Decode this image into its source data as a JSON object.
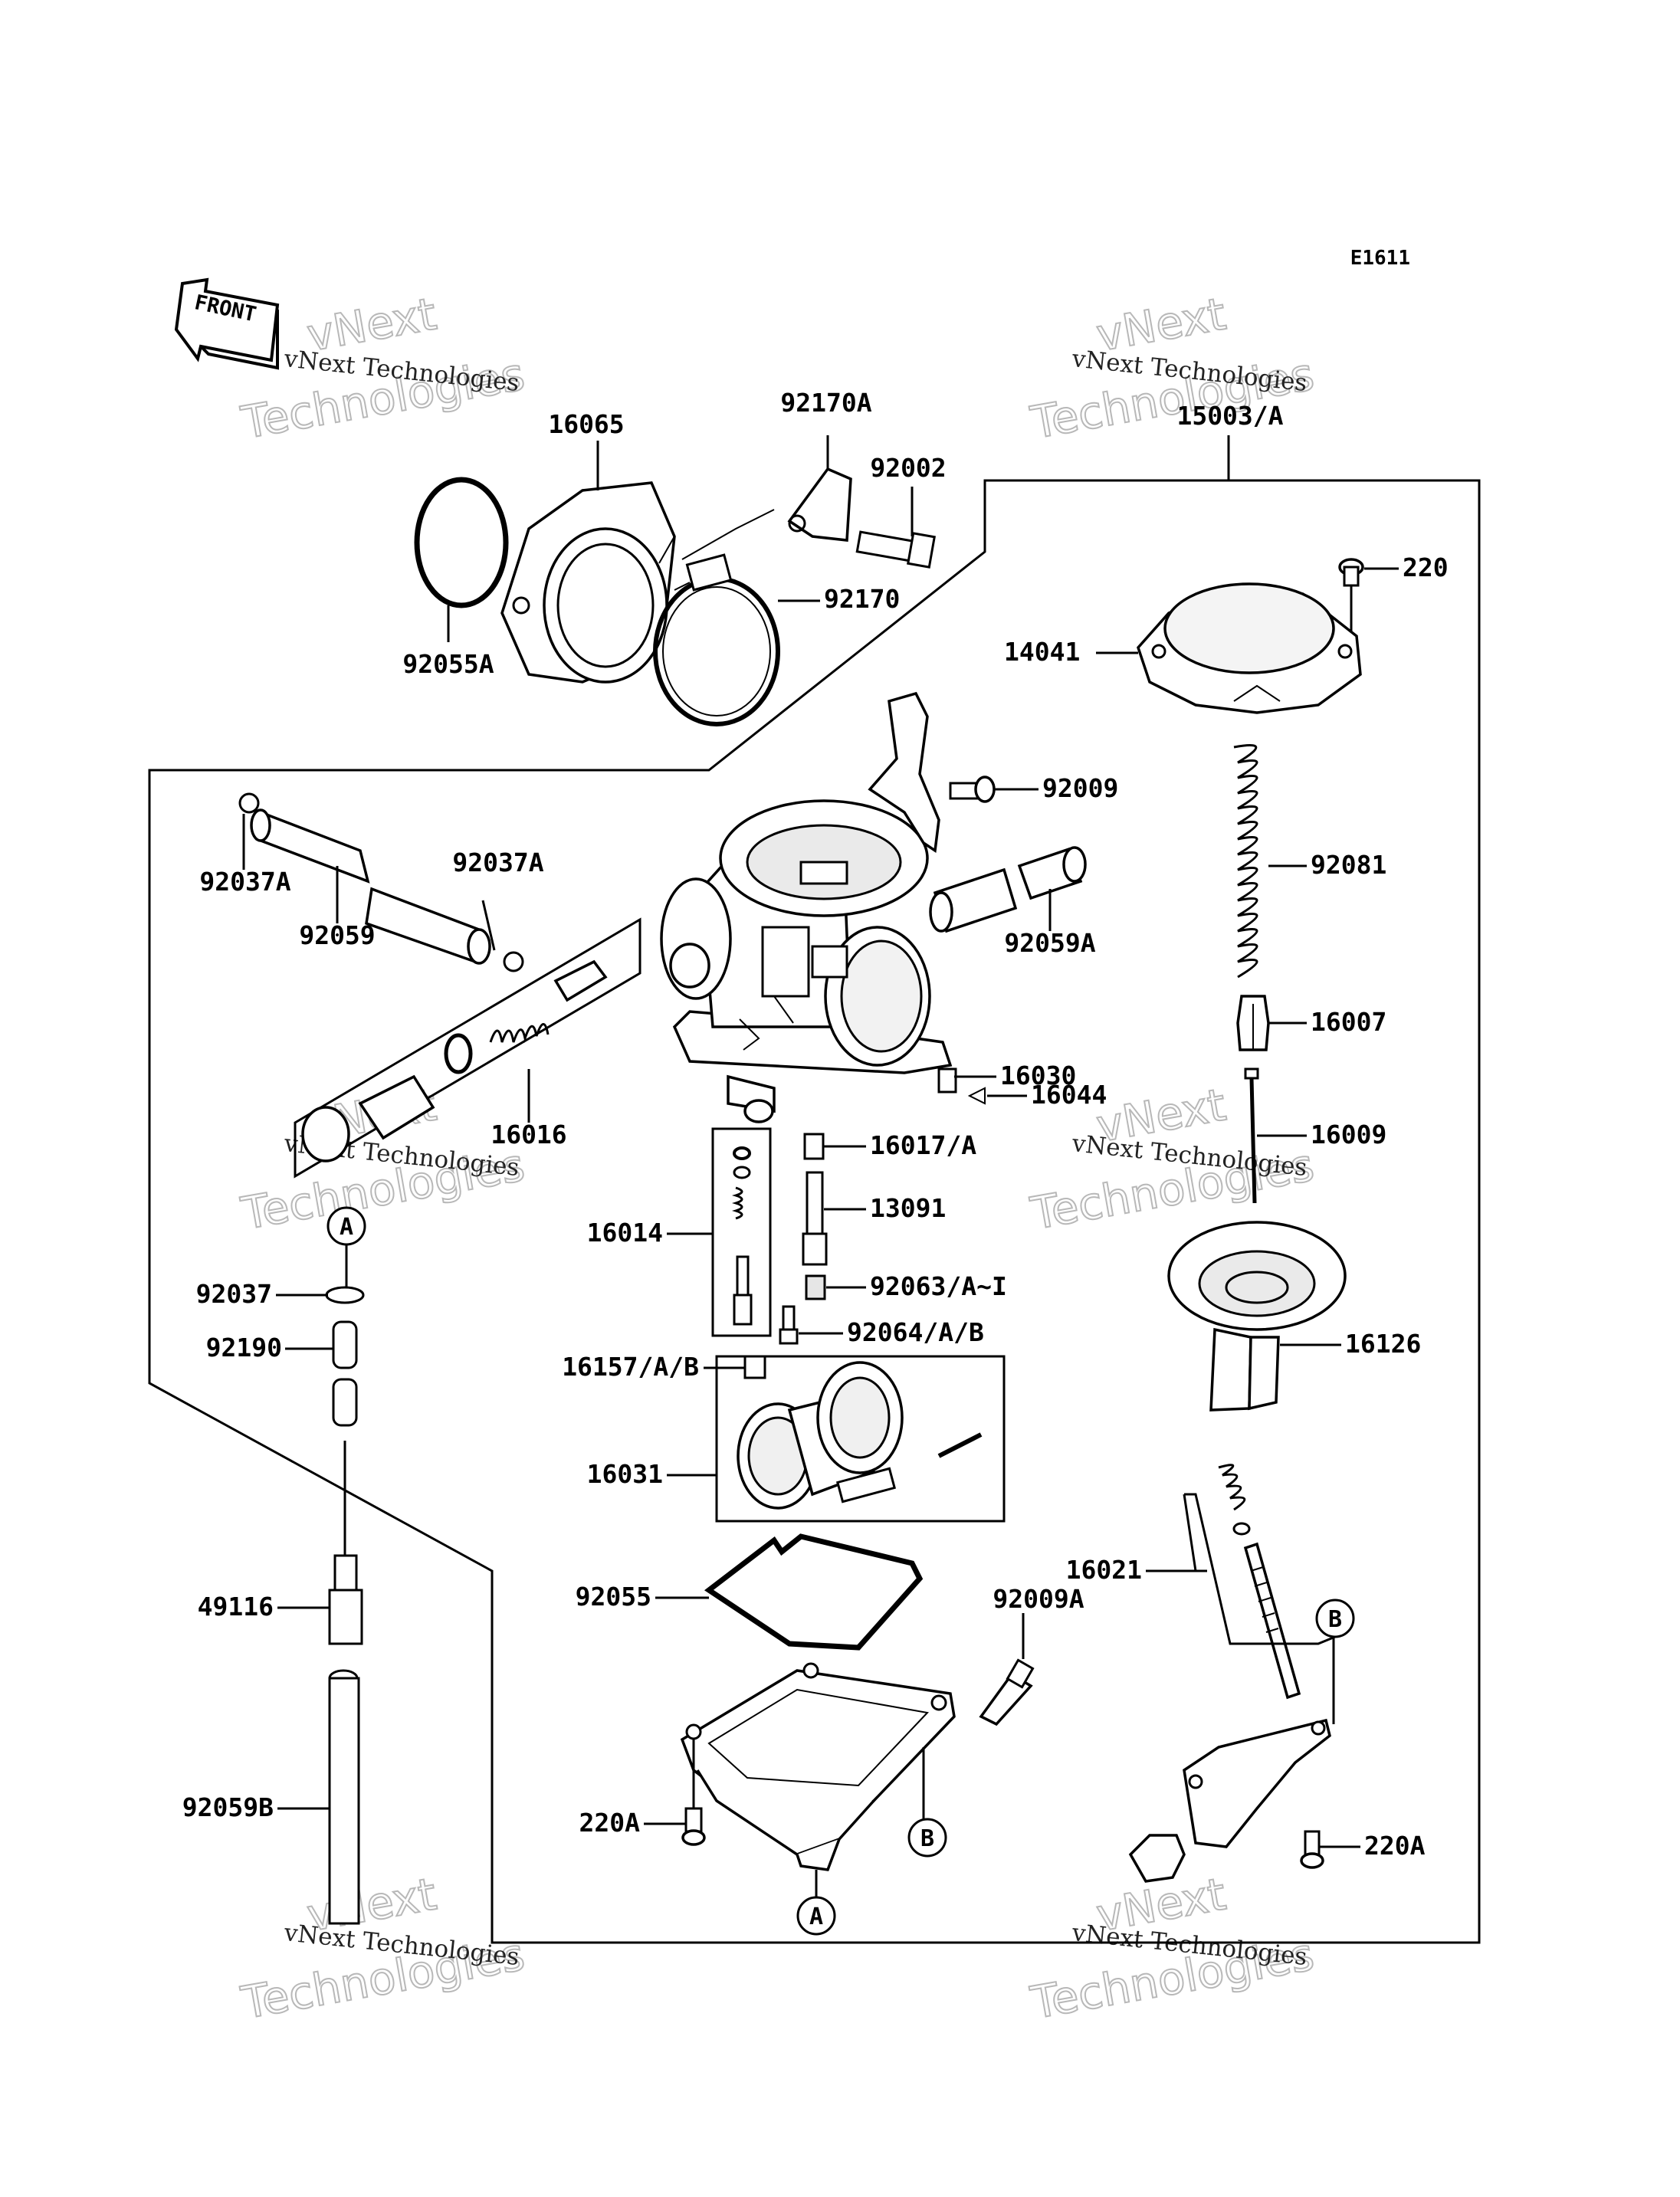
{
  "diagram_code": "E1611",
  "front_label": "FRONT",
  "watermark": {
    "line1": "vNext Technologies",
    "line2": "vNext",
    "line3": "Technologies"
  },
  "callouts": {
    "a": "A",
    "b": "B"
  },
  "parts": [
    {
      "id": "16065",
      "label": "16065"
    },
    {
      "id": "92170A",
      "label": "92170A"
    },
    {
      "id": "92002",
      "label": "92002"
    },
    {
      "id": "15003",
      "label": "15003/A"
    },
    {
      "id": "220",
      "label": "220"
    },
    {
      "id": "92170",
      "label": "92170"
    },
    {
      "id": "92055A",
      "label": "92055A"
    },
    {
      "id": "14041",
      "label": "14041"
    },
    {
      "id": "92009",
      "label": "92009"
    },
    {
      "id": "92081",
      "label": "92081"
    },
    {
      "id": "92037A-l",
      "label": "92037A"
    },
    {
      "id": "92037A-r",
      "label": "92037A"
    },
    {
      "id": "92059",
      "label": "92059"
    },
    {
      "id": "92059A",
      "label": "92059A"
    },
    {
      "id": "16007",
      "label": "16007"
    },
    {
      "id": "16030",
      "label": "16030"
    },
    {
      "id": "16044",
      "label": "16044"
    },
    {
      "id": "16016",
      "label": "16016"
    },
    {
      "id": "16009",
      "label": "16009"
    },
    {
      "id": "16017",
      "label": "16017/A"
    },
    {
      "id": "13091",
      "label": "13091"
    },
    {
      "id": "16014",
      "label": "16014"
    },
    {
      "id": "92037",
      "label": "92037"
    },
    {
      "id": "92063",
      "label": "92063/A~I"
    },
    {
      "id": "92064",
      "label": "92064/A/B"
    },
    {
      "id": "16126",
      "label": "16126"
    },
    {
      "id": "92190",
      "label": "92190"
    },
    {
      "id": "16157",
      "label": "16157/A/B"
    },
    {
      "id": "16031",
      "label": "16031"
    },
    {
      "id": "16021",
      "label": "16021"
    },
    {
      "id": "92055",
      "label": "92055"
    },
    {
      "id": "92009A",
      "label": "92009A"
    },
    {
      "id": "49116",
      "label": "49116"
    },
    {
      "id": "92059B",
      "label": "92059B"
    },
    {
      "id": "220A-l",
      "label": "220A"
    },
    {
      "id": "220A-r",
      "label": "220A"
    }
  ]
}
